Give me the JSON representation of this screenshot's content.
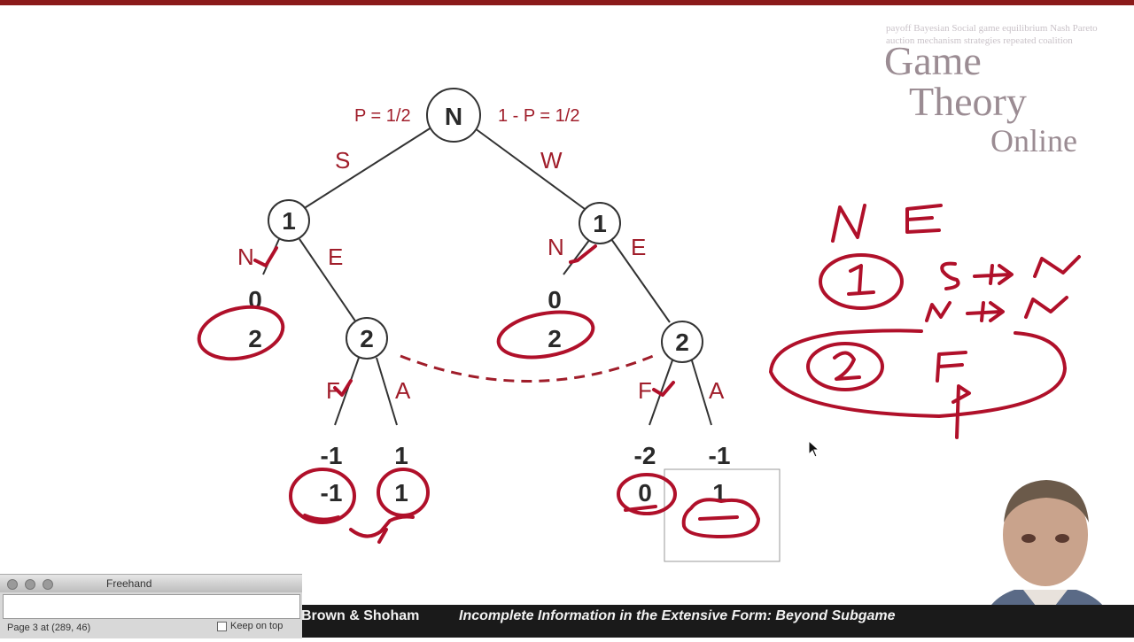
{
  "logo": {
    "line1": "Game",
    "line2": "Theory",
    "line3": "Online",
    "word_cloud": "payoff Bayesian Social game equilibrium Nash Pareto auction mechanism strategies repeated coalition"
  },
  "tree": {
    "root": {
      "label": "N",
      "left_prob": "P = 1/2",
      "right_prob": "1 - P = 1/2"
    },
    "branches": {
      "left": "S",
      "right": "W"
    },
    "player1_left": {
      "label": "1",
      "down": "N",
      "right": "E"
    },
    "player1_right": {
      "label": "1",
      "down": "N",
      "right": "E"
    },
    "player2_left": {
      "label": "2",
      "left": "F",
      "right": "A"
    },
    "player2_right": {
      "label": "2",
      "left": "F",
      "right": "A"
    },
    "payoffs": {
      "left_n": [
        "0",
        "2"
      ],
      "left_f": [
        "-1",
        "-1"
      ],
      "left_a": [
        "1",
        "1"
      ],
      "right_n": [
        "0",
        "2"
      ],
      "right_f": [
        "-2",
        "0"
      ],
      "right_a": [
        "-1",
        "1"
      ]
    }
  },
  "footer": {
    "authors": "Brown & Shoham",
    "title": "Incomplete Information in the Extensive Form: Beyond Subgame"
  },
  "freehand": {
    "title": "Freehand",
    "status": "Page 3 at (289, 46)",
    "keep_on_top": "Keep on top"
  },
  "colors": {
    "accent": "#8b1a1a",
    "ink": "#b0102a",
    "label": "#a01d2a"
  }
}
